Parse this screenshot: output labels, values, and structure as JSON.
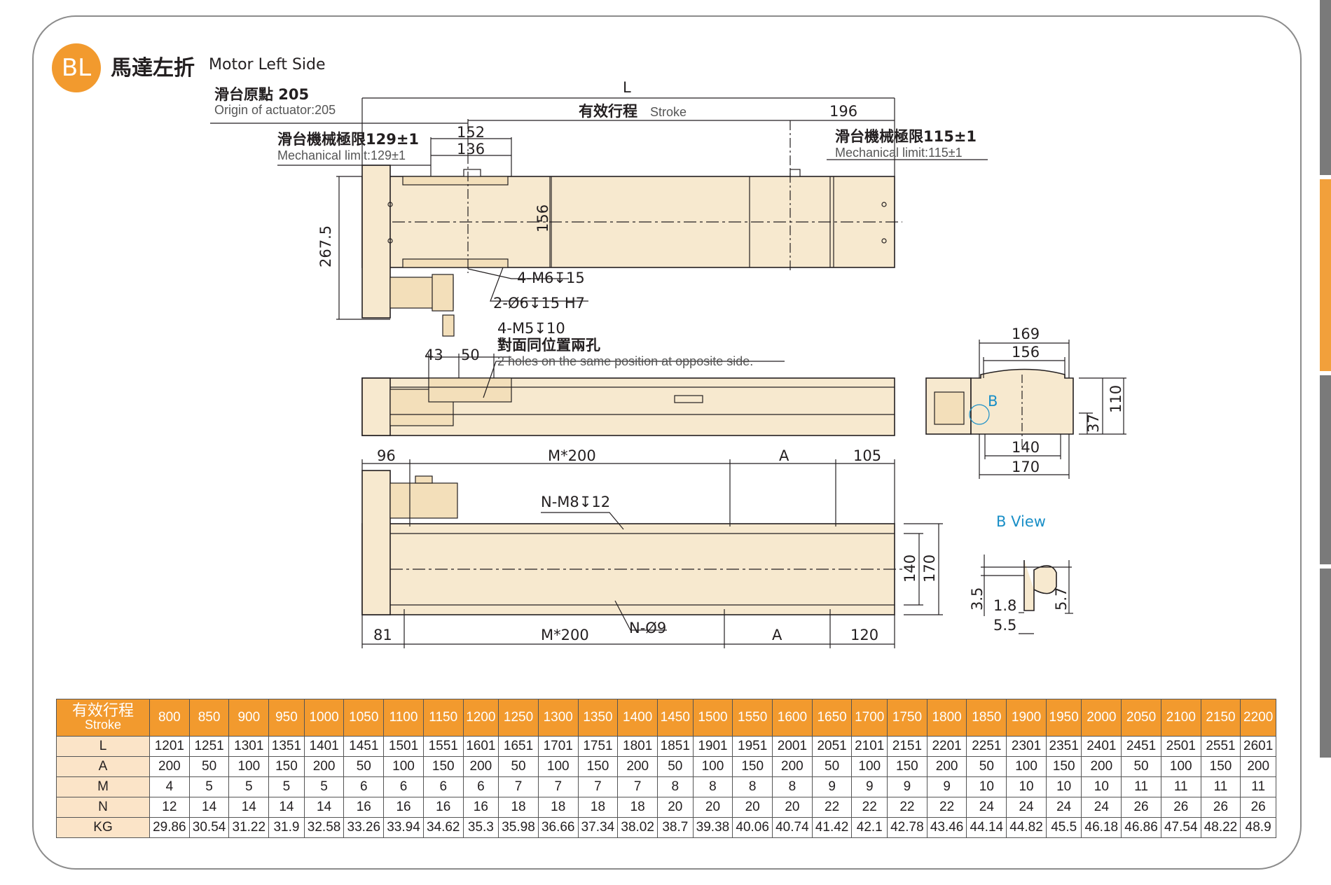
{
  "header": {
    "badge": "BL",
    "title_cn": "馬達左折",
    "title_en": "Motor Left Side"
  },
  "side_view": {
    "origin_cn": "滑台原點 205",
    "origin_en": "Origin of actuator:205",
    "L": "L",
    "stroke_cn": "有效行程",
    "stroke_en": "Stroke",
    "d196": "196",
    "mech_left_cn": "滑台機械極限129±1",
    "mech_left_en": "Mechanical limit:129±1",
    "d152": "152",
    "d136": "136",
    "mech_right_cn": "滑台機械極限115±1",
    "mech_right_en": "Mechanical limit:115±1",
    "d267": "267.5",
    "d156": "156",
    "hole1": "4-M6↧15",
    "hole2": "2-Ø6↧15 H7",
    "hole3": "4-M5↧10",
    "hole3_cn": "對面同位置兩孔",
    "hole3_en": "2 holes on the same position at opposite side."
  },
  "front_view": {
    "d43": "43",
    "d50": "50"
  },
  "end_view": {
    "d169": "169",
    "d156": "156",
    "d110": "110",
    "d37": "37",
    "d140": "140",
    "d170": "170",
    "B": "B"
  },
  "bottom_view": {
    "d96": "96",
    "m200_top": "M*200",
    "A_top": "A",
    "d105": "105",
    "nm8": "N-M8↧12",
    "d140": "140",
    "d170": "170",
    "n9": "N-Ø9",
    "d81": "81",
    "m200_bot": "M*200",
    "A_bot": "A",
    "d120": "120"
  },
  "bview": {
    "title": "B View",
    "d35": "3.5",
    "d18": "1.8",
    "d55": "5.5",
    "d57": "5.7"
  },
  "table": {
    "header_cn": "有效行程",
    "header_en": "Stroke",
    "strokes": [
      "800",
      "850",
      "900",
      "950",
      "1000",
      "1050",
      "1100",
      "1150",
      "1200",
      "1250",
      "1300",
      "1350",
      "1400",
      "1450",
      "1500",
      "1550",
      "1600",
      "1650",
      "1700",
      "1750",
      "1800",
      "1850",
      "1900",
      "1950",
      "2000",
      "2050",
      "2100",
      "2150",
      "2200"
    ],
    "rows": [
      {
        "label": "L",
        "values": [
          "1201",
          "1251",
          "1301",
          "1351",
          "1401",
          "1451",
          "1501",
          "1551",
          "1601",
          "1651",
          "1701",
          "1751",
          "1801",
          "1851",
          "1901",
          "1951",
          "2001",
          "2051",
          "2101",
          "2151",
          "2201",
          "2251",
          "2301",
          "2351",
          "2401",
          "2451",
          "2501",
          "2551",
          "2601"
        ]
      },
      {
        "label": "A",
        "values": [
          "200",
          "50",
          "100",
          "150",
          "200",
          "50",
          "100",
          "150",
          "200",
          "50",
          "100",
          "150",
          "200",
          "50",
          "100",
          "150",
          "200",
          "50",
          "100",
          "150",
          "200",
          "50",
          "100",
          "150",
          "200",
          "50",
          "100",
          "150",
          "200"
        ]
      },
      {
        "label": "M",
        "values": [
          "4",
          "5",
          "5",
          "5",
          "5",
          "6",
          "6",
          "6",
          "6",
          "7",
          "7",
          "7",
          "7",
          "8",
          "8",
          "8",
          "8",
          "9",
          "9",
          "9",
          "9",
          "10",
          "10",
          "10",
          "10",
          "11",
          "11",
          "11",
          "11"
        ]
      },
      {
        "label": "N",
        "values": [
          "12",
          "14",
          "14",
          "14",
          "14",
          "16",
          "16",
          "16",
          "16",
          "18",
          "18",
          "18",
          "18",
          "20",
          "20",
          "20",
          "20",
          "22",
          "22",
          "22",
          "22",
          "24",
          "24",
          "24",
          "24",
          "26",
          "26",
          "26",
          "26"
        ]
      },
      {
        "label": "KG",
        "values": [
          "29.86",
          "30.54",
          "31.22",
          "31.9",
          "32.58",
          "33.26",
          "33.94",
          "34.62",
          "35.3",
          "35.98",
          "36.66",
          "37.34",
          "38.02",
          "38.7",
          "39.38",
          "40.06",
          "40.74",
          "41.42",
          "42.1",
          "42.78",
          "43.46",
          "44.14",
          "44.82",
          "45.5",
          "46.18",
          "46.86",
          "47.54",
          "48.22",
          "48.9"
        ]
      }
    ]
  }
}
